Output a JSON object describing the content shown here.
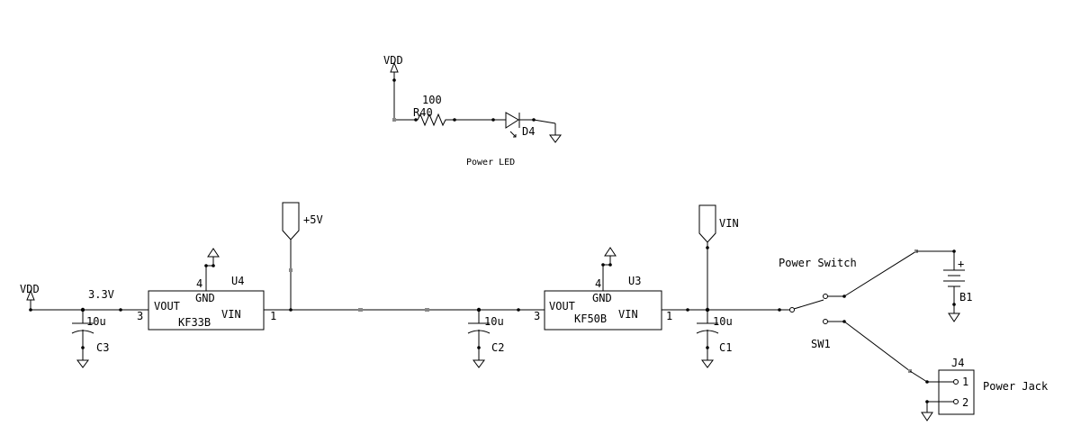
{
  "labels": {
    "vdd_top": "VDD",
    "r40_value": "100",
    "r40_ref": "R40",
    "d4_ref": "D4",
    "power_led": "Power LED",
    "plus5v": "+5V",
    "vin_top": "VIN",
    "power_switch": "Power Switch",
    "battery_plus": "+",
    "b1_ref": "B1",
    "sw1_ref": "SW1",
    "j4_ref": "J4",
    "j4_pin1": "1",
    "j4_pin2": "2",
    "power_jack": "Power Jack",
    "vdd_left": "VDD",
    "v33": "3.3V",
    "c3_value": "10u",
    "c3_ref": "C3",
    "u4_ref": "U4",
    "u4_part": "KF33B",
    "u4_vout": "VOUT",
    "u4_gnd": "GND",
    "u4_vin": "VIN",
    "u4_pin4": "4",
    "u4_pin3": "3",
    "u4_pin1": "1",
    "c2_value": "10u",
    "c2_ref": "C2",
    "u3_ref": "U3",
    "u3_part": "KF50B",
    "u3_vout": "VOUT",
    "u3_gnd": "GND",
    "u3_vin": "VIN",
    "u3_pin4": "4",
    "u3_pin3": "3",
    "u3_pin1": "1",
    "c1_value": "10u",
    "c1_ref": "C1"
  }
}
